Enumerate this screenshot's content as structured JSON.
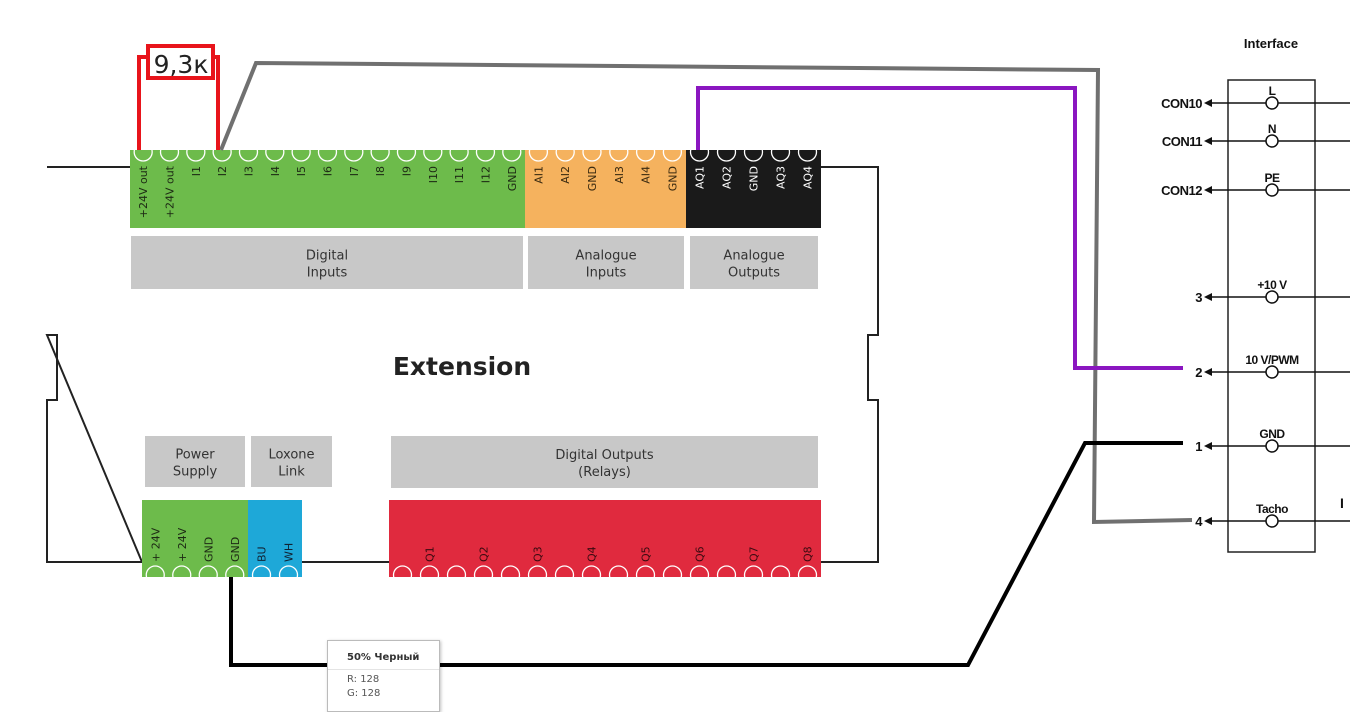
{
  "resistor_label": "9,3к",
  "device": {
    "title": "Extension",
    "top_terminals": {
      "digital": [
        "+24V out",
        "+24V out",
        "I1",
        "I2",
        "I3",
        "I4",
        "I5",
        "I6",
        "I7",
        "I8",
        "I9",
        "I10",
        "I11",
        "I12",
        "GND"
      ],
      "analogue_in": [
        "AI1",
        "AI2",
        "GND",
        "AI3",
        "AI4",
        "GND"
      ],
      "analogue_out": [
        "AQ1",
        "AQ2",
        "GND",
        "AQ3",
        "AQ4"
      ]
    },
    "top_groups": [
      {
        "line1": "Digital",
        "line2": "Inputs"
      },
      {
        "line1": "Analogue",
        "line2": "Inputs"
      },
      {
        "line1": "Analogue",
        "line2": "Outputs"
      }
    ],
    "bottom_groups": [
      {
        "line1": "Power",
        "line2": "Supply"
      },
      {
        "line1": "Loxone",
        "line2": "Link"
      },
      {
        "line1": "Digital Outputs",
        "line2": "(Relays)"
      }
    ],
    "power_terminals": [
      "+ 24V",
      "+ 24V",
      "GND",
      "GND"
    ],
    "link_terminals": [
      "BU",
      "WH"
    ],
    "relay_terminals": [
      "Q1",
      "Q2",
      "Q3",
      "Q4",
      "Q5",
      "Q6",
      "Q7",
      "Q8"
    ],
    "colors": {
      "digital": "#6dbb4b",
      "analogue_in": "#f5b25e",
      "analogue_out": "#1a1a1a",
      "link": "#1ea8d8",
      "relays": "#e02a3e",
      "labels": "#c8c8c8"
    }
  },
  "interface": {
    "title": "Interface",
    "rows": [
      {
        "pin": "CON10",
        "name": "L"
      },
      {
        "pin": "CON11",
        "name": "N"
      },
      {
        "pin": "CON12",
        "name": "PE"
      },
      {
        "pin": "3",
        "name": "+10 V"
      },
      {
        "pin": "2",
        "name": "10 V/PWM"
      },
      {
        "pin": "1",
        "name": "GND"
      },
      {
        "pin": "4",
        "name": "Tacho"
      }
    ],
    "side_label": "I"
  },
  "wires": {
    "resistor": "#e8141b",
    "tacho": "#707070",
    "pwm": "#8a16c0",
    "gnd": "#000000"
  },
  "tooltip": {
    "title": "50% Черный",
    "r": "R: 128",
    "g": "G: 128"
  }
}
